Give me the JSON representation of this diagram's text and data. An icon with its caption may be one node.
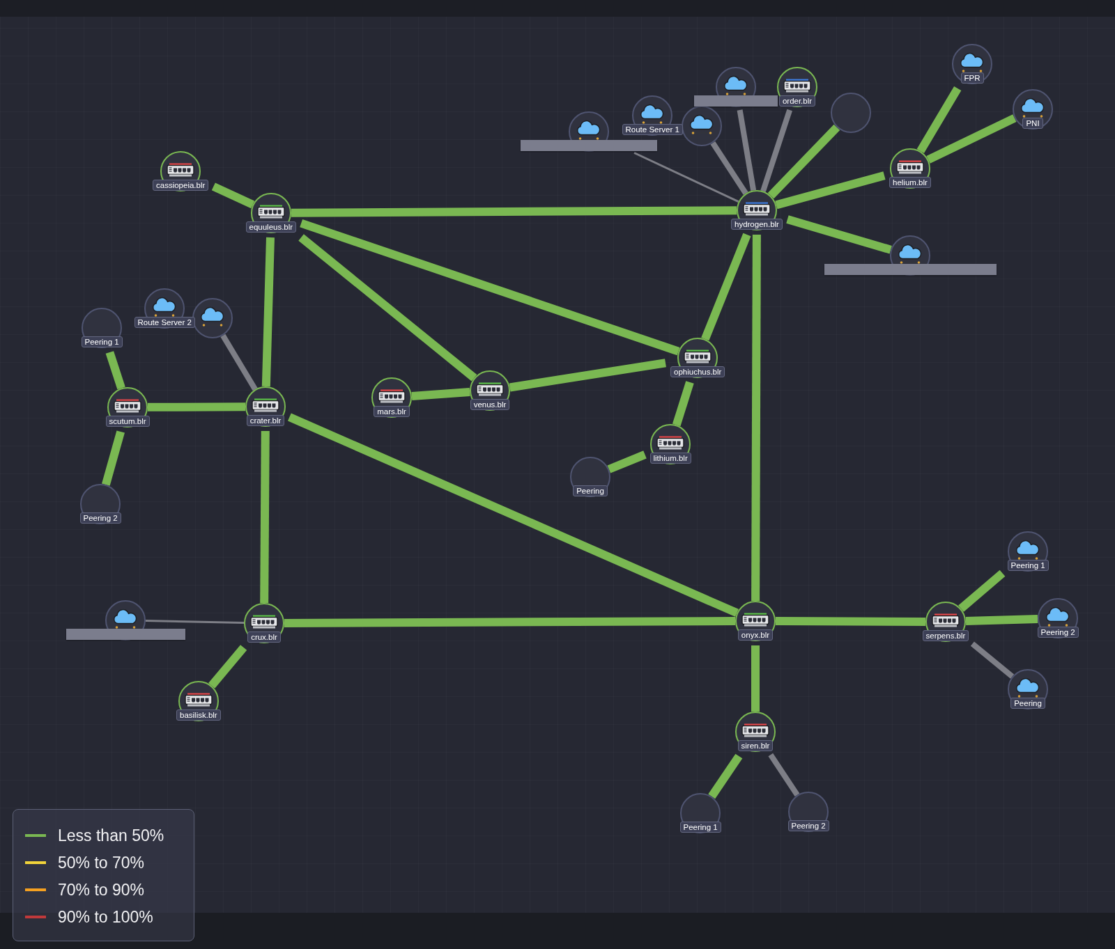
{
  "diagram": {
    "nodes": [
      {
        "text": [
          "FPR"
        ]
      },
      {
        "text": [],
        "shape": "circle"
      },
      {
        "text": [
          "order.blr"
        ]
      },
      {
        "text": [],
        "shape": "circle"
      },
      {
        "text": [
          "PNI"
        ]
      },
      {
        "text": [
          "Route Server 1"
        ]
      },
      {
        "text": [],
        "shape": "circle"
      },
      {
        "text": [],
        "shape": "circle"
      },
      {
        "text": [
          "cassiopeia.blr"
        ]
      },
      {
        "text": [
          "helium.blr"
        ]
      },
      {
        "text": [
          "equuleus.blr"
        ]
      },
      {
        "text": [
          "hydrogen.blr"
        ]
      },
      {
        "text": [],
        "shape": "circle"
      },
      {
        "text": [
          "Route Server 2"
        ]
      },
      {
        "text": [
          "Peering 1"
        ]
      },
      {
        "text": [],
        "shape": "circle"
      },
      {
        "text": [
          "ophiuchus.blr"
        ]
      },
      {
        "text": [
          "venus.blr"
        ]
      },
      {
        "text": [
          "mars.blr"
        ]
      },
      {
        "text": [
          "scutum.blr"
        ]
      },
      {
        "text": [
          "crater.blr"
        ]
      },
      {
        "text": [
          "lithium.blr"
        ]
      },
      {
        "text": [
          "Peering"
        ]
      },
      {
        "text": [
          "Peering 2"
        ]
      },
      {
        "text": [
          "Peering 1"
        ]
      },
      {
        "text": [],
        "shape": "circle"
      },
      {
        "text": [
          "crux.blr"
        ]
      },
      {
        "text": [
          "onyx.blr"
        ]
      },
      {
        "text": [
          "serpens.blr"
        ]
      },
      {
        "text": [
          "Peering 2"
        ]
      },
      {
        "text": [
          "Peering"
        ]
      },
      {
        "text": [
          "basilisk.blr"
        ]
      },
      {
        "text": [
          "siren.blr"
        ]
      },
      {
        "text": [
          "Peering 1"
        ]
      },
      {
        "text": [
          "Peering 2"
        ]
      }
    ],
    "edges": [
      {
        "from": 1,
        "to": 11,
        "arrow": "none",
        "color": "#7d7e86"
      },
      {
        "from": 2,
        "to": 11,
        "arrow": "none",
        "color": "#7d7e86"
      },
      {
        "from": 3,
        "to": 11,
        "arrow": "none"
      },
      {
        "from": 7,
        "to": 11,
        "arrow": "none",
        "color": "#7d7e86"
      },
      {
        "from": 6,
        "to": 11,
        "arrow": "none",
        "color": "#7d7e86"
      },
      {
        "from": 0,
        "to": 9,
        "arrow": "none"
      },
      {
        "from": 4,
        "to": 9,
        "arrow": "none"
      },
      {
        "from": 11,
        "to": 9,
        "arrow": "none"
      },
      {
        "from": 11,
        "to": 12,
        "arrow": "none"
      },
      {
        "from": 10,
        "to": 11,
        "arrow": "none"
      },
      {
        "from": 8,
        "to": 10,
        "arrow": "none"
      },
      {
        "from": 10,
        "to": 16,
        "arrow": "none"
      },
      {
        "from": 10,
        "to": 17,
        "arrow": "none"
      },
      {
        "from": 10,
        "to": 20,
        "arrow": "none"
      },
      {
        "from": 11,
        "to": 16,
        "arrow": "none"
      },
      {
        "from": 11,
        "to": 27,
        "arrow": "none"
      },
      {
        "from": 18,
        "to": 17,
        "arrow": "none"
      },
      {
        "from": 17,
        "to": 16,
        "arrow": "none"
      },
      {
        "from": 16,
        "to": 21,
        "arrow": "none"
      },
      {
        "from": 21,
        "to": 22,
        "arrow": "none"
      },
      {
        "from": 15,
        "to": 20,
        "arrow": "none",
        "color": "#7d7e86"
      },
      {
        "from": 14,
        "to": 19,
        "arrow": "none"
      },
      {
        "from": 19,
        "to": 20,
        "arrow": "none"
      },
      {
        "from": 19,
        "to": 23,
        "arrow": "none"
      },
      {
        "from": 20,
        "to": 26,
        "arrow": "none"
      },
      {
        "from": 20,
        "to": 27,
        "arrow": "none"
      },
      {
        "from": 25,
        "to": 26,
        "arrow": "none",
        "color": "#7d7e86"
      },
      {
        "from": 26,
        "to": 27,
        "arrow": "none"
      },
      {
        "from": 26,
        "to": 31,
        "arrow": "none"
      },
      {
        "from": 27,
        "to": 28,
        "arrow": "none"
      },
      {
        "from": 28,
        "to": 24,
        "arrow": "none"
      },
      {
        "from": 28,
        "to": 29,
        "arrow": "none"
      },
      {
        "from": 28,
        "to": 30,
        "arrow": "none",
        "color": "#7d7e86"
      },
      {
        "from": 27,
        "to": 32,
        "arrow": "none"
      },
      {
        "from": 32,
        "to": 33,
        "arrow": "none"
      },
      {
        "from": 32,
        "to": 34,
        "arrow": "none",
        "color": "#7d7e86"
      }
    ],
    "legend": [
      {
        "text": "Less than 50%",
        "color": "#7ab852"
      },
      {
        "text": "50% to 70%",
        "color": "#f2d43a"
      },
      {
        "text": "70% to 90%",
        "color": "#f5a020"
      },
      {
        "text": "90% to 100%",
        "color": "#c0393b"
      }
    ]
  }
}
